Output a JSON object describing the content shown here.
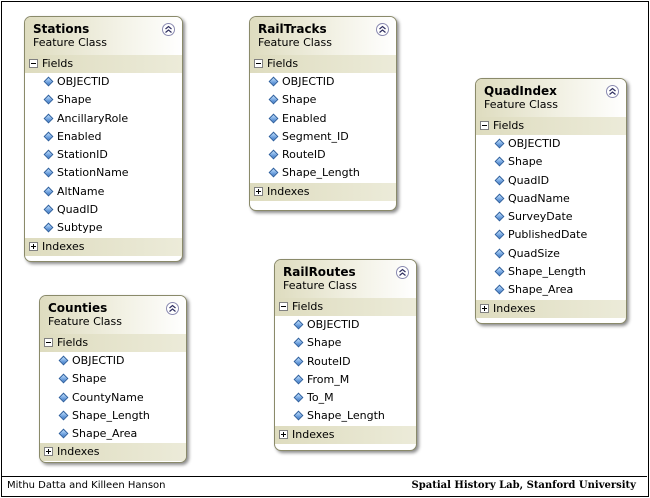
{
  "diagram": {
    "entities": [
      {
        "name": "Stations",
        "type": "Feature Class",
        "fields_label": "Fields",
        "indexes_label": "Indexes",
        "fields": [
          "OBJECTID",
          "Shape",
          "AncillaryRole",
          "Enabled",
          "StationID",
          "StationName",
          "AltName",
          "QuadID",
          "Subtype"
        ]
      },
      {
        "name": "RailTracks",
        "type": "Feature Class",
        "fields_label": "Fields",
        "indexes_label": "Indexes",
        "fields": [
          "OBJECTID",
          "Shape",
          "Enabled",
          "Segment_ID",
          "RouteID",
          "Shape_Length"
        ]
      },
      {
        "name": "QuadIndex",
        "type": "Feature Class",
        "fields_label": "Fields",
        "indexes_label": "Indexes",
        "fields": [
          "OBJECTID",
          "Shape",
          "QuadID",
          "QuadName",
          "SurveyDate",
          "PublishedDate",
          "QuadSize",
          "Shape_Length",
          "Shape_Area"
        ]
      },
      {
        "name": "Counties",
        "type": "Feature Class",
        "fields_label": "Fields",
        "indexes_label": "Indexes",
        "fields": [
          "OBJECTID",
          "Shape",
          "CountyName",
          "Shape_Length",
          "Shape_Area"
        ]
      },
      {
        "name": "RailRoutes",
        "type": "Feature Class",
        "fields_label": "Fields",
        "indexes_label": "Indexes",
        "fields": [
          "OBJECTID",
          "Shape",
          "RouteID",
          "From_M",
          "To_M",
          "Shape_Length"
        ]
      }
    ]
  },
  "footer": {
    "authors": "Mithu Datta and Killeen Hanson",
    "lab": "Spatial History Lab, Stanford University"
  }
}
